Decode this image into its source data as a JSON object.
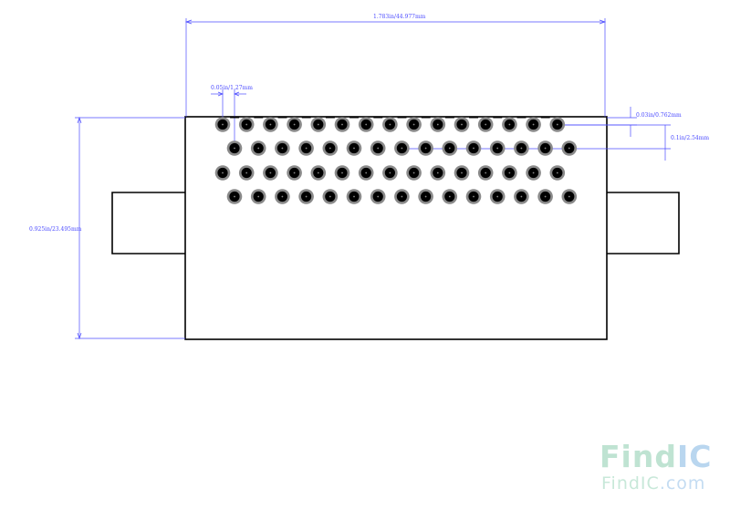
{
  "colors": {
    "outline": "#000000",
    "dimension": "#4c4cff",
    "pad_ring": "#8a8a8a",
    "pad_hole": "#000000"
  },
  "dimensions": {
    "overall_width": "1.783in/44.977mm",
    "overall_height": "0.925in/23.495mm",
    "pin_pitch_half": "0.05in/1.27mm",
    "row_offset": "0.03in/0.762mm",
    "row_pitch": "0.1in/2.54mm"
  },
  "pin_rows": [
    {
      "name": "row-1",
      "count": 15
    },
    {
      "name": "row-2",
      "count": 15
    },
    {
      "name": "row-3",
      "count": 15
    },
    {
      "name": "row-4",
      "count": 15
    }
  ],
  "logo": {
    "main_part_a": "Find",
    "main_part_b": "IC",
    "sub_part_a": "FindIC",
    "sub_part_b": ".com"
  }
}
